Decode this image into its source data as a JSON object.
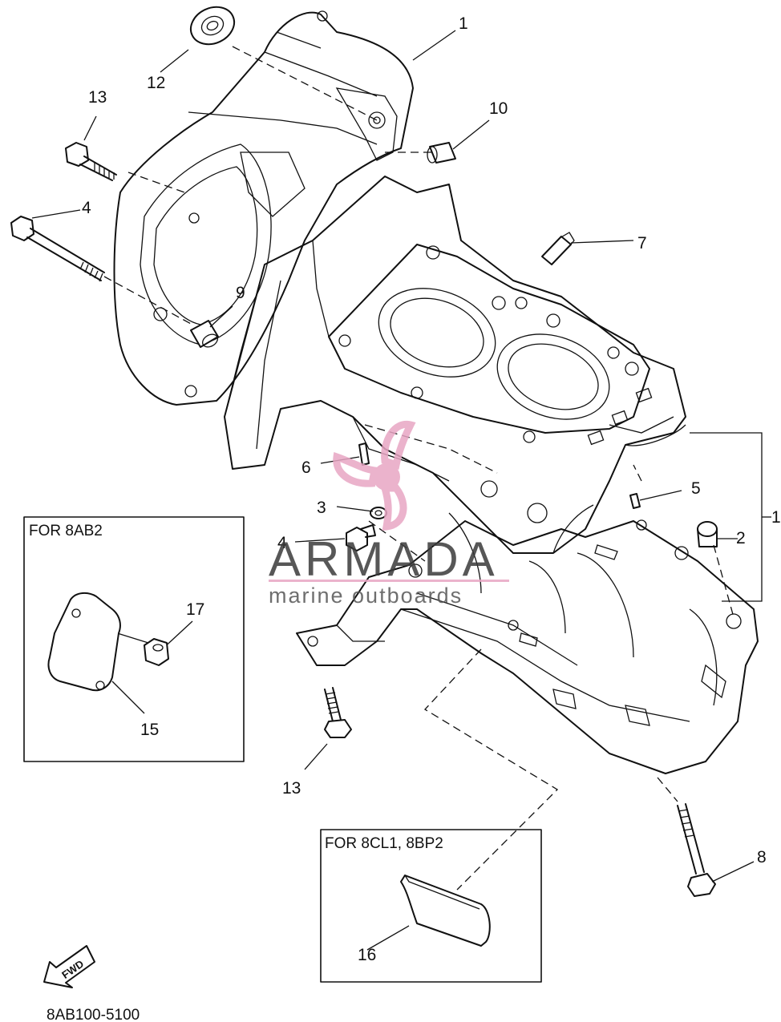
{
  "callouts": {
    "c1": "1",
    "c2": "2",
    "c3": "3",
    "c4a": "4",
    "c4b": "4",
    "c5": "5",
    "c6": "6",
    "c7": "7",
    "c8": "8",
    "c9": "9",
    "c10": "10",
    "c12": "12",
    "c13a": "13",
    "c13b": "13",
    "c15": "15",
    "c16": "16",
    "c17": "17",
    "c1_right": "1"
  },
  "boxes": {
    "left_title": "FOR 8AB2",
    "bottom_title": "FOR 8CL1, 8BP2"
  },
  "fwd_label": "FWD",
  "diagram_code": "8AB100-5100",
  "watermark": {
    "brand": "ARMADA",
    "tagline": "marine outboards"
  },
  "colors": {
    "line": "#111111",
    "watermark_pink": "#e8a6c4",
    "watermark_text": "#3a3a3a"
  }
}
